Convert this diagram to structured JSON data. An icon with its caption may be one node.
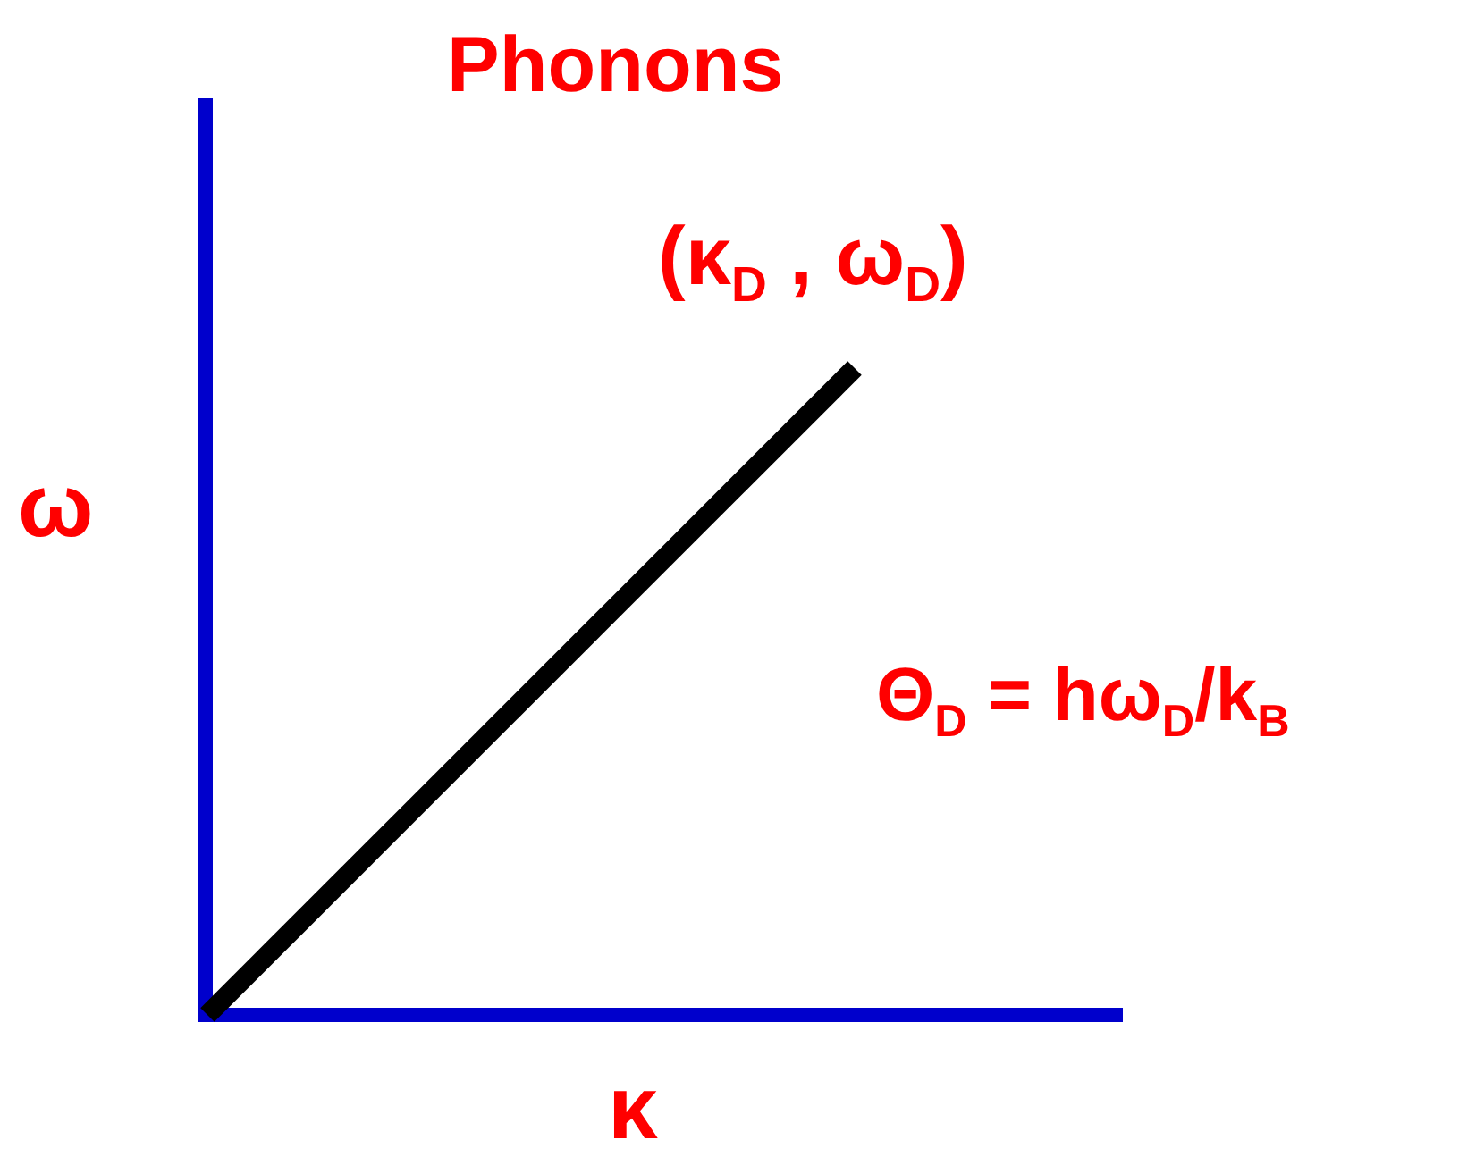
{
  "diagram": {
    "title": "Phonons",
    "labels": [
      "(κ$_{D}$ , ω$_{D}$)",
      "ω",
      "Θ$_{D}$ = hω$_{D}$/k$_{B}$",
      "κ"
    ]
  }
}
